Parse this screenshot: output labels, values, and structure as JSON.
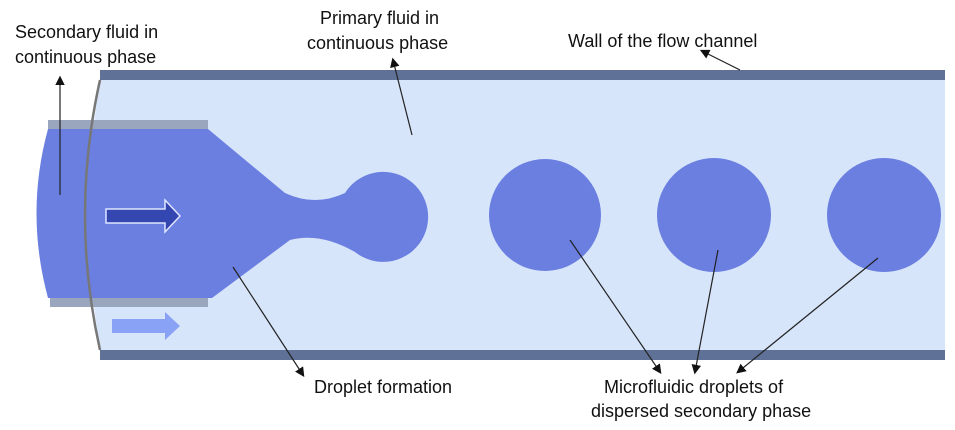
{
  "labels": {
    "secondary_fluid": [
      "Secondary fluid in",
      "continuous phase"
    ],
    "primary_fluid": [
      "Primary fluid in",
      "continuous phase"
    ],
    "wall": "Wall of the flow channel",
    "droplet_formation": "Droplet formation",
    "microfluidic_droplets": [
      "Microfluidic droplets of",
      "dispersed secondary phase"
    ]
  },
  "colors": {
    "channel_fill": "#d7e5fb",
    "wall": "#5f7196",
    "dispersed_phase": "#6a7fe0",
    "inner_tube_wall": "#9aa6bd",
    "arrow_dark": "#3446b0",
    "arrow_light": "#8aa2f5"
  }
}
